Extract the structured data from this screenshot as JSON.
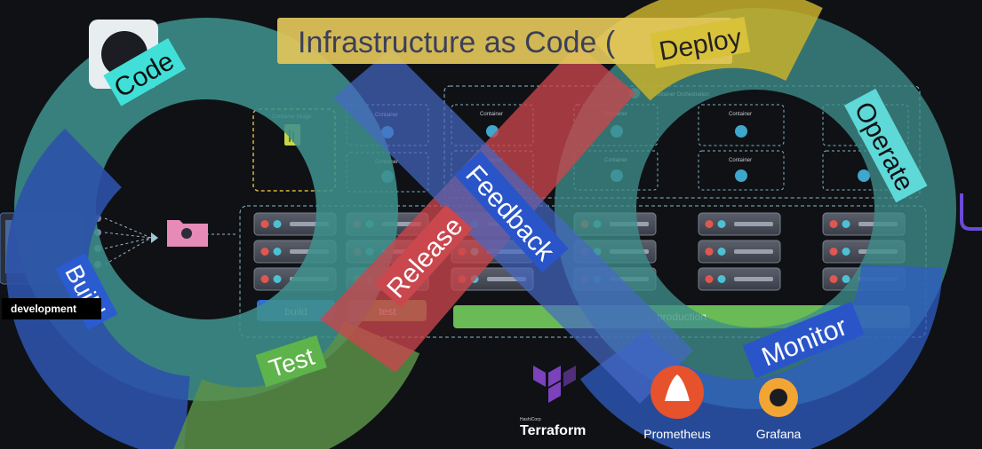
{
  "title": "Infrastructure as Code (",
  "phases": {
    "code": "Code",
    "build": "Build",
    "test": "Test",
    "release": "Release",
    "deploy": "Deploy",
    "operate": "Operate",
    "monitor": "Monitor",
    "feedback": "Feedback"
  },
  "development_label": "development",
  "container_image_label": "Container Image",
  "container_label": "Container",
  "container_orchestration_label": "Container Orchestration",
  "environments": {
    "build": "build",
    "test": "test",
    "production": "production"
  },
  "tools": {
    "terraform_brand": "HashiCorp",
    "terraform": "Terraform",
    "prometheus": "Prometheus",
    "grafana": "Grafana"
  },
  "colors": {
    "background": "#0f1115",
    "loop_left": "#3f8f8c",
    "loop_right": "#3e8e8b",
    "build_blue": "#2c52a8",
    "test_green": "#5a9148",
    "deploy_yellow": "#c8b02c",
    "release_red": "#c9474d",
    "feedback_blue": "#4668c5",
    "title_bar": "#e2c75a",
    "production_green": "#6aba55"
  }
}
